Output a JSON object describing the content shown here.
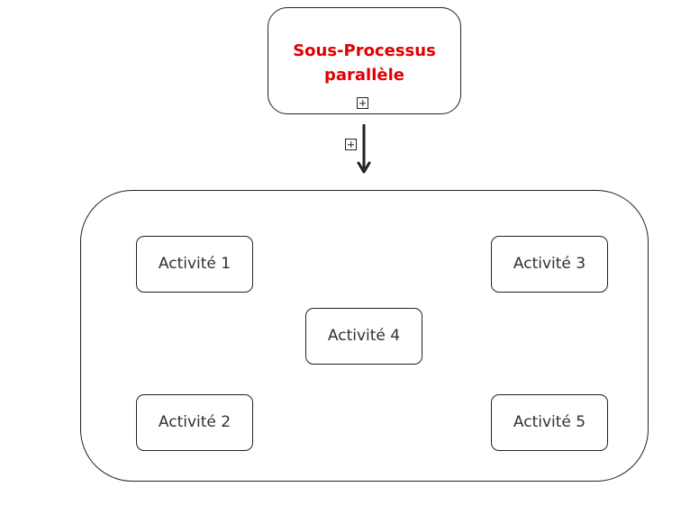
{
  "diagram": {
    "subprocess": {
      "title_line1": "Sous-Processus",
      "title_line2": "parallèle",
      "title_color": "#e00000",
      "marker_icon": "boxed-plus-icon"
    },
    "connector": {
      "marker_icon": "boxed-plus-icon",
      "arrow_icon": "arrow-down-icon"
    },
    "container": {
      "activities": [
        {
          "label": "Activité 1"
        },
        {
          "label": "Activité 2"
        },
        {
          "label": "Activité 3"
        },
        {
          "label": "Activité 4"
        },
        {
          "label": "Activité 5"
        }
      ]
    },
    "colors": {
      "stroke": "#222222",
      "text": "#303030",
      "accent": "#e00000"
    }
  }
}
